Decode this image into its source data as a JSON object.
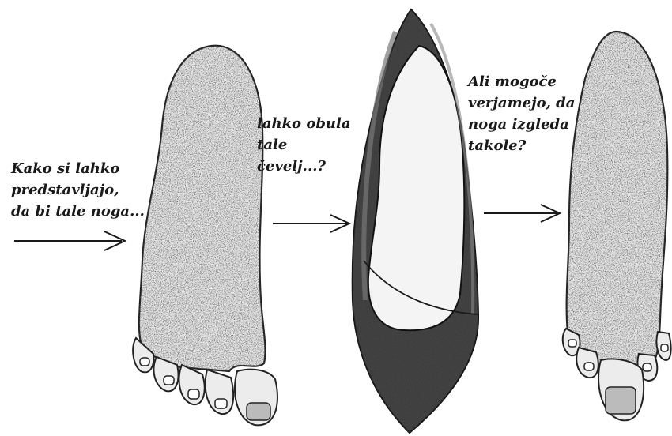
{
  "captions": {
    "first": {
      "lines": [
        "Kako si lahko",
        "predstavljajo,",
        "da bi tale noga..."
      ]
    },
    "second": {
      "lines": [
        "lahko obula",
        "tale",
        "čevelj...?"
      ]
    },
    "third": {
      "lines": [
        "Ali mogoče",
        "verjamejo, da",
        "noga izgleda",
        "takole?"
      ]
    }
  },
  "figures": [
    {
      "name": "foot",
      "icon": "foot-sole-illustration"
    },
    {
      "name": "pointed-shoe",
      "icon": "pointed-shoe-illustration"
    },
    {
      "name": "narrow-foot",
      "icon": "narrow-foot-illustration"
    }
  ],
  "colors": {
    "ink": "#1a1a1a",
    "shoe_outer": "#2e2e2e",
    "shoe_insole": "#f4f4f4",
    "paper": "#ffffff"
  }
}
